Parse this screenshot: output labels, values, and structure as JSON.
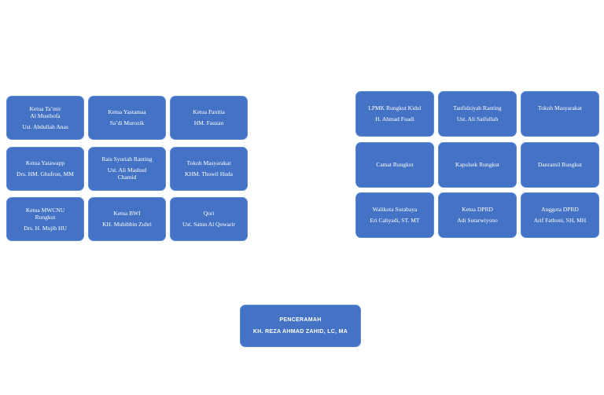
{
  "colors": {
    "background": "#FFFFFF",
    "box_fill": "#4472C4",
    "box_border": "#5B8BD5",
    "box_text": "#FFFFFF"
  },
  "left_group": {
    "boxes": [
      {
        "title": "Ketua Ta’mir\nAl Musthofa",
        "name": "Ust. Abdullah Anas"
      },
      {
        "title": "Ketua Yastamaa",
        "name": "Sa’di Murozik"
      },
      {
        "title": "Ketua Panitia",
        "name": "HM. Fauzan"
      },
      {
        "title": "Ketua Yatawapp",
        "name": "Drs. HM. Ghufron, MM"
      },
      {
        "title": "Rais Syuriah Ranting",
        "name": "Ust. Ali Mashud\nChamid"
      },
      {
        "title": "Tokoh Masyarakat",
        "name": "KHM. Thowil Huda"
      },
      {
        "title": "Ketua MWCNU\nRungkut",
        "name": "Drs. H. Mujib HU"
      },
      {
        "title": "Ketua BWI",
        "name": "KH. Muhibbin Zuhri"
      },
      {
        "title": "Qori",
        "name": "Ust. Satun Al Qowarir"
      }
    ]
  },
  "right_group": {
    "boxes": [
      {
        "title": "LPMK Rungkut Kidul",
        "name": "H. Ahmad Fuadi"
      },
      {
        "title": "Tanfidziyah Ranting",
        "name": "Ust. Ali Saifullah"
      },
      {
        "title": "Tokoh Masyarakat",
        "name": " "
      },
      {
        "title": "Camat Rungkut"
      },
      {
        "title": "Kapolsek Rungkut"
      },
      {
        "title": "Danramil Rungkut"
      },
      {
        "title": "Walikota Surabaya",
        "name": "Eri Cahyadi, ST. MT"
      },
      {
        "title": "Ketua DPRD",
        "name": "Adi Sutarwiyono"
      },
      {
        "title": "Anggota DPRD",
        "name": "Arif Fathoni, SH, MH"
      }
    ]
  },
  "speaker_box": {
    "title": "PENCERAMAH",
    "name": "KH. REZA AHMAD ZAHID, LC, MA"
  }
}
